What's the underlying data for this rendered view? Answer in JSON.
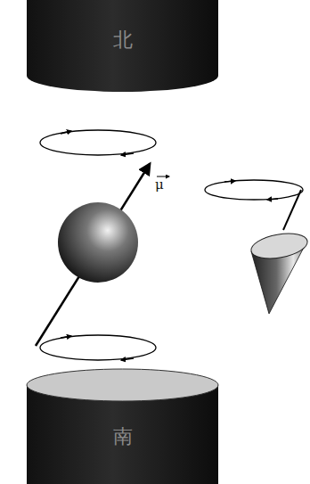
{
  "diagram": {
    "nodes": [
      {
        "text": [
          "北"
        ]
      },
      {
        "text": [
          "南"
        ]
      }
    ],
    "labels": [
      "μ"
    ]
  }
}
